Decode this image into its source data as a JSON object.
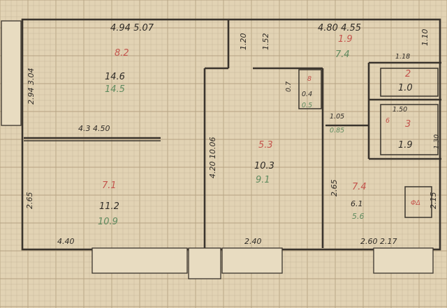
{
  "dimensions": {
    "top_left": "4.94 5.07",
    "top_right": "4.80 4.55",
    "mid_left": "4.3 4.50",
    "hall_top_1": "1.20",
    "hall_top_2": "1.52",
    "hall_side": "4.20 10.06",
    "right_top": "1.10",
    "room1_side": "2.94 3.04",
    "room2_side": "2.65",
    "bottom_left": "4.40",
    "bottom_mid": "2.40",
    "bottom_right": "2.60 2.17",
    "bath_w": "1.18",
    "bath_w2": "1.50",
    "corr_w": "1.05",
    "corr_v": "0.85",
    "room_right_side": "2.15",
    "mini_side": "1.30",
    "kitchen_side": "2.65",
    "hall_mid": "0.7"
  },
  "rooms": {
    "room_top_left": {
      "num": "8.2",
      "area_old": "14.6",
      "area_new": "14.5"
    },
    "room_bottom_left": {
      "num": "7.1",
      "area_old": "11.2",
      "area_new": "10.9"
    },
    "hall": {
      "num": "5.3",
      "area_old": "10.3",
      "area_new": "9.1"
    },
    "room_top_right": {
      "num": "1.9",
      "area": "7.4"
    },
    "pantry": {
      "num": "8",
      "area_old": "0.4",
      "area_new": "0.5"
    },
    "bath": {
      "num": "2",
      "area": "1.0"
    },
    "wc": {
      "num": "3",
      "area": "1.9"
    },
    "kitchen": {
      "num": "7.4",
      "area_old": "6.1",
      "area_new": "5.6"
    }
  },
  "marks": {
    "stove_label": "ΦΔ",
    "side_mark": "6"
  },
  "colors": {
    "paper": "#e2d3b4",
    "ink": "#3a342d",
    "red": "#c4534c",
    "green": "#5e8a5e"
  }
}
